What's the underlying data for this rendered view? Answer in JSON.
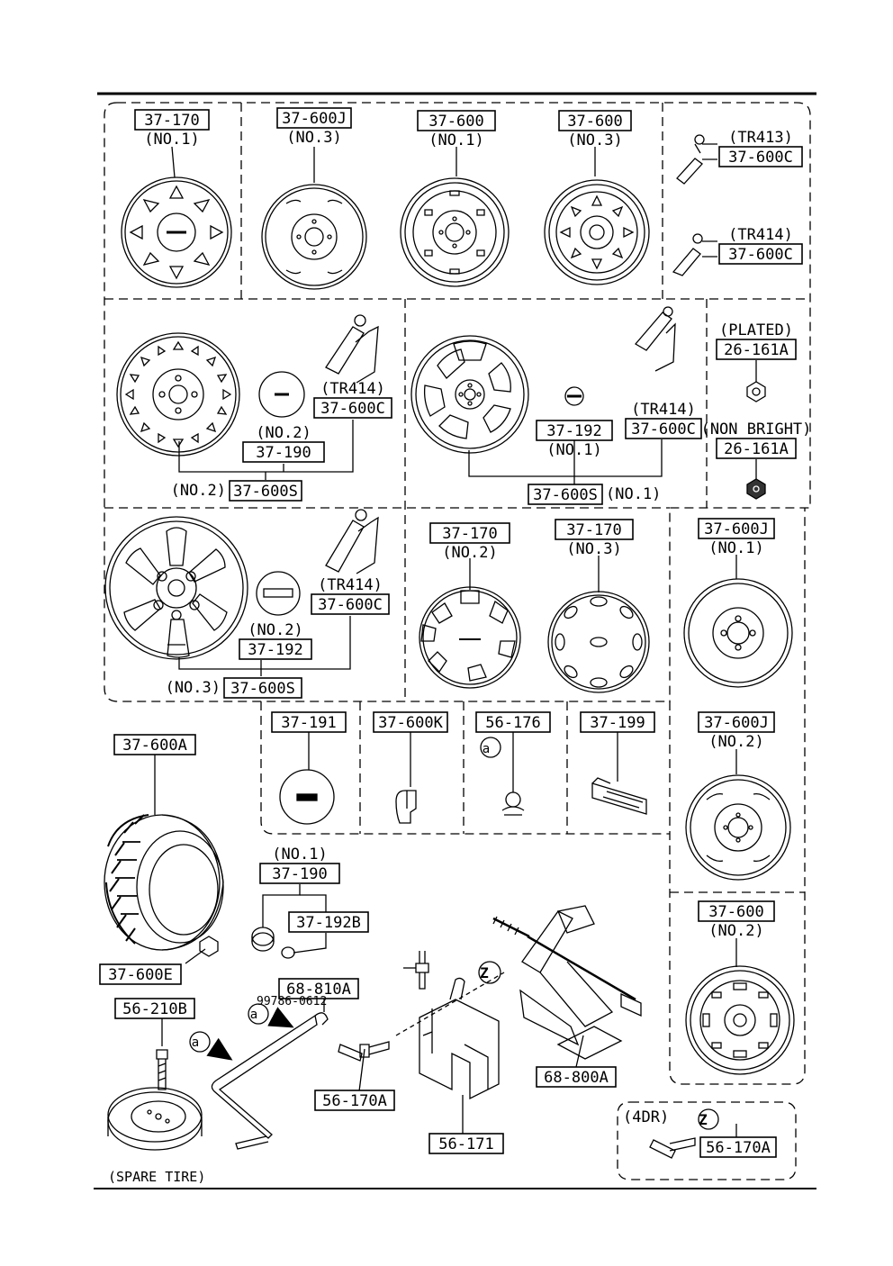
{
  "parts": [
    {
      "id": "p1",
      "label": "37-170",
      "note": "(NO.1)"
    },
    {
      "id": "p2",
      "label": "37-600J",
      "note": "(NO.3)"
    },
    {
      "id": "p3",
      "label": "37-600",
      "note": "(NO.1)"
    },
    {
      "id": "p4",
      "label": "37-600",
      "note": "(NO.3)"
    },
    {
      "id": "p5",
      "label": "37-600C",
      "note": "(TR413)"
    },
    {
      "id": "p6",
      "label": "37-600C",
      "note": "(TR414)"
    },
    {
      "id": "p7",
      "label": "37-600C",
      "note": "(TR414)"
    },
    {
      "id": "p8",
      "label": "37-190",
      "note": "(NO.2)"
    },
    {
      "id": "p9",
      "label": "37-600S",
      "note": "(NO.2)"
    },
    {
      "id": "p10",
      "label": "37-600C",
      "note": "(TR414)"
    },
    {
      "id": "p11",
      "label": "37-192",
      "note": "(NO.1)"
    },
    {
      "id": "p12",
      "label": "37-600S",
      "note": "(NO.1)"
    },
    {
      "id": "p13",
      "label": "26-161A",
      "note": "(PLATED)"
    },
    {
      "id": "p14",
      "label": "26-161A",
      "note": "(NON BRIGHT)"
    },
    {
      "id": "p15",
      "label": "37-600C",
      "note": "(TR414)"
    },
    {
      "id": "p16",
      "label": "37-192",
      "note": "(NO.2)"
    },
    {
      "id": "p17",
      "label": "37-600S",
      "note": "(NO.3)"
    },
    {
      "id": "p18",
      "label": "37-170",
      "note": "(NO.2)"
    },
    {
      "id": "p19",
      "label": "37-170",
      "note": "(NO.3)"
    },
    {
      "id": "p20",
      "label": "37-600J",
      "note": "(NO.1)"
    },
    {
      "id": "p21",
      "label": "37-191",
      "note": ""
    },
    {
      "id": "p22",
      "label": "37-600K",
      "note": ""
    },
    {
      "id": "p23",
      "label": "56-176",
      "note": ""
    },
    {
      "id": "p24",
      "label": "37-199",
      "note": ""
    },
    {
      "id": "p25",
      "label": "37-600J",
      "note": "(NO.2)"
    },
    {
      "id": "p26",
      "label": "37-600A",
      "note": ""
    },
    {
      "id": "p27",
      "label": "37-190",
      "note": "(NO.1)"
    },
    {
      "id": "p28",
      "label": "37-192B",
      "note": ""
    },
    {
      "id": "p29",
      "label": "37-600E",
      "note": ""
    },
    {
      "id": "p30",
      "label": "68-810A",
      "note": ""
    },
    {
      "id": "p31",
      "label": "56-210B",
      "note": ""
    },
    {
      "id": "p32",
      "label": "56-170A",
      "note": ""
    },
    {
      "id": "p33",
      "label": "56-171",
      "note": ""
    },
    {
      "id": "p34",
      "label": "68-800A",
      "note": ""
    },
    {
      "id": "p35",
      "label": "37-600",
      "note": "(NO.2)"
    },
    {
      "id": "p36",
      "label": "56-170A",
      "note": "(4DR)"
    }
  ],
  "bolt_number": "99786-0612",
  "spare_tire_caption": "(SPARE TIRE)",
  "callouts": {
    "a": "a",
    "z": "Z"
  }
}
